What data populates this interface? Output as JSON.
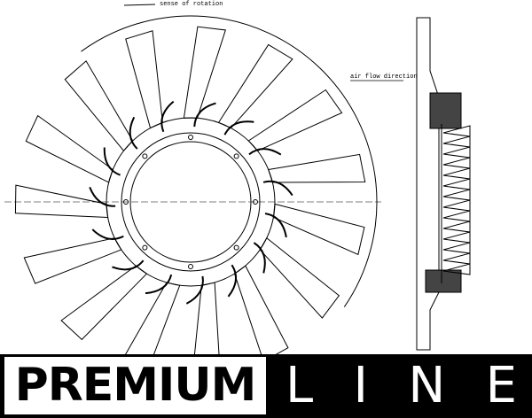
{
  "annotations": {
    "rotation": "sense of rotation",
    "airflow": "air flow direction"
  },
  "drawing": {
    "blade_count": 15,
    "bolt_count": 8,
    "line_color": "#000000"
  },
  "banner": {
    "premium": "PREMIUM",
    "line_letters": [
      "L",
      "I",
      "N",
      "E"
    ],
    "background": "#000000"
  }
}
